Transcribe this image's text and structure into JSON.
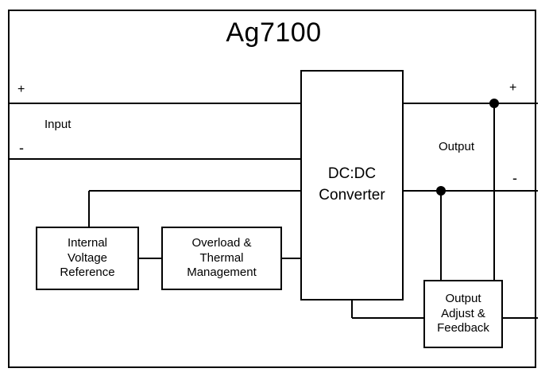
{
  "title": "Ag7100",
  "io": {
    "input_label": "Input",
    "output_label": "Output",
    "input_plus": "+",
    "input_minus": "-",
    "output_plus": "+",
    "output_minus": "-"
  },
  "blocks": {
    "converter": {
      "lines": [
        "DC:DC",
        "Converter"
      ]
    },
    "internal_voltage_reference": {
      "lines": [
        "Internal",
        "Voltage",
        "Reference"
      ]
    },
    "overload_thermal": {
      "lines": [
        "Overload &",
        "Thermal",
        "Management"
      ]
    },
    "output_adjust_feedback": {
      "lines": [
        "Output",
        "Adjust &",
        "Feedback"
      ]
    }
  },
  "colors": {
    "line": "#000000",
    "background": "#ffffff"
  }
}
